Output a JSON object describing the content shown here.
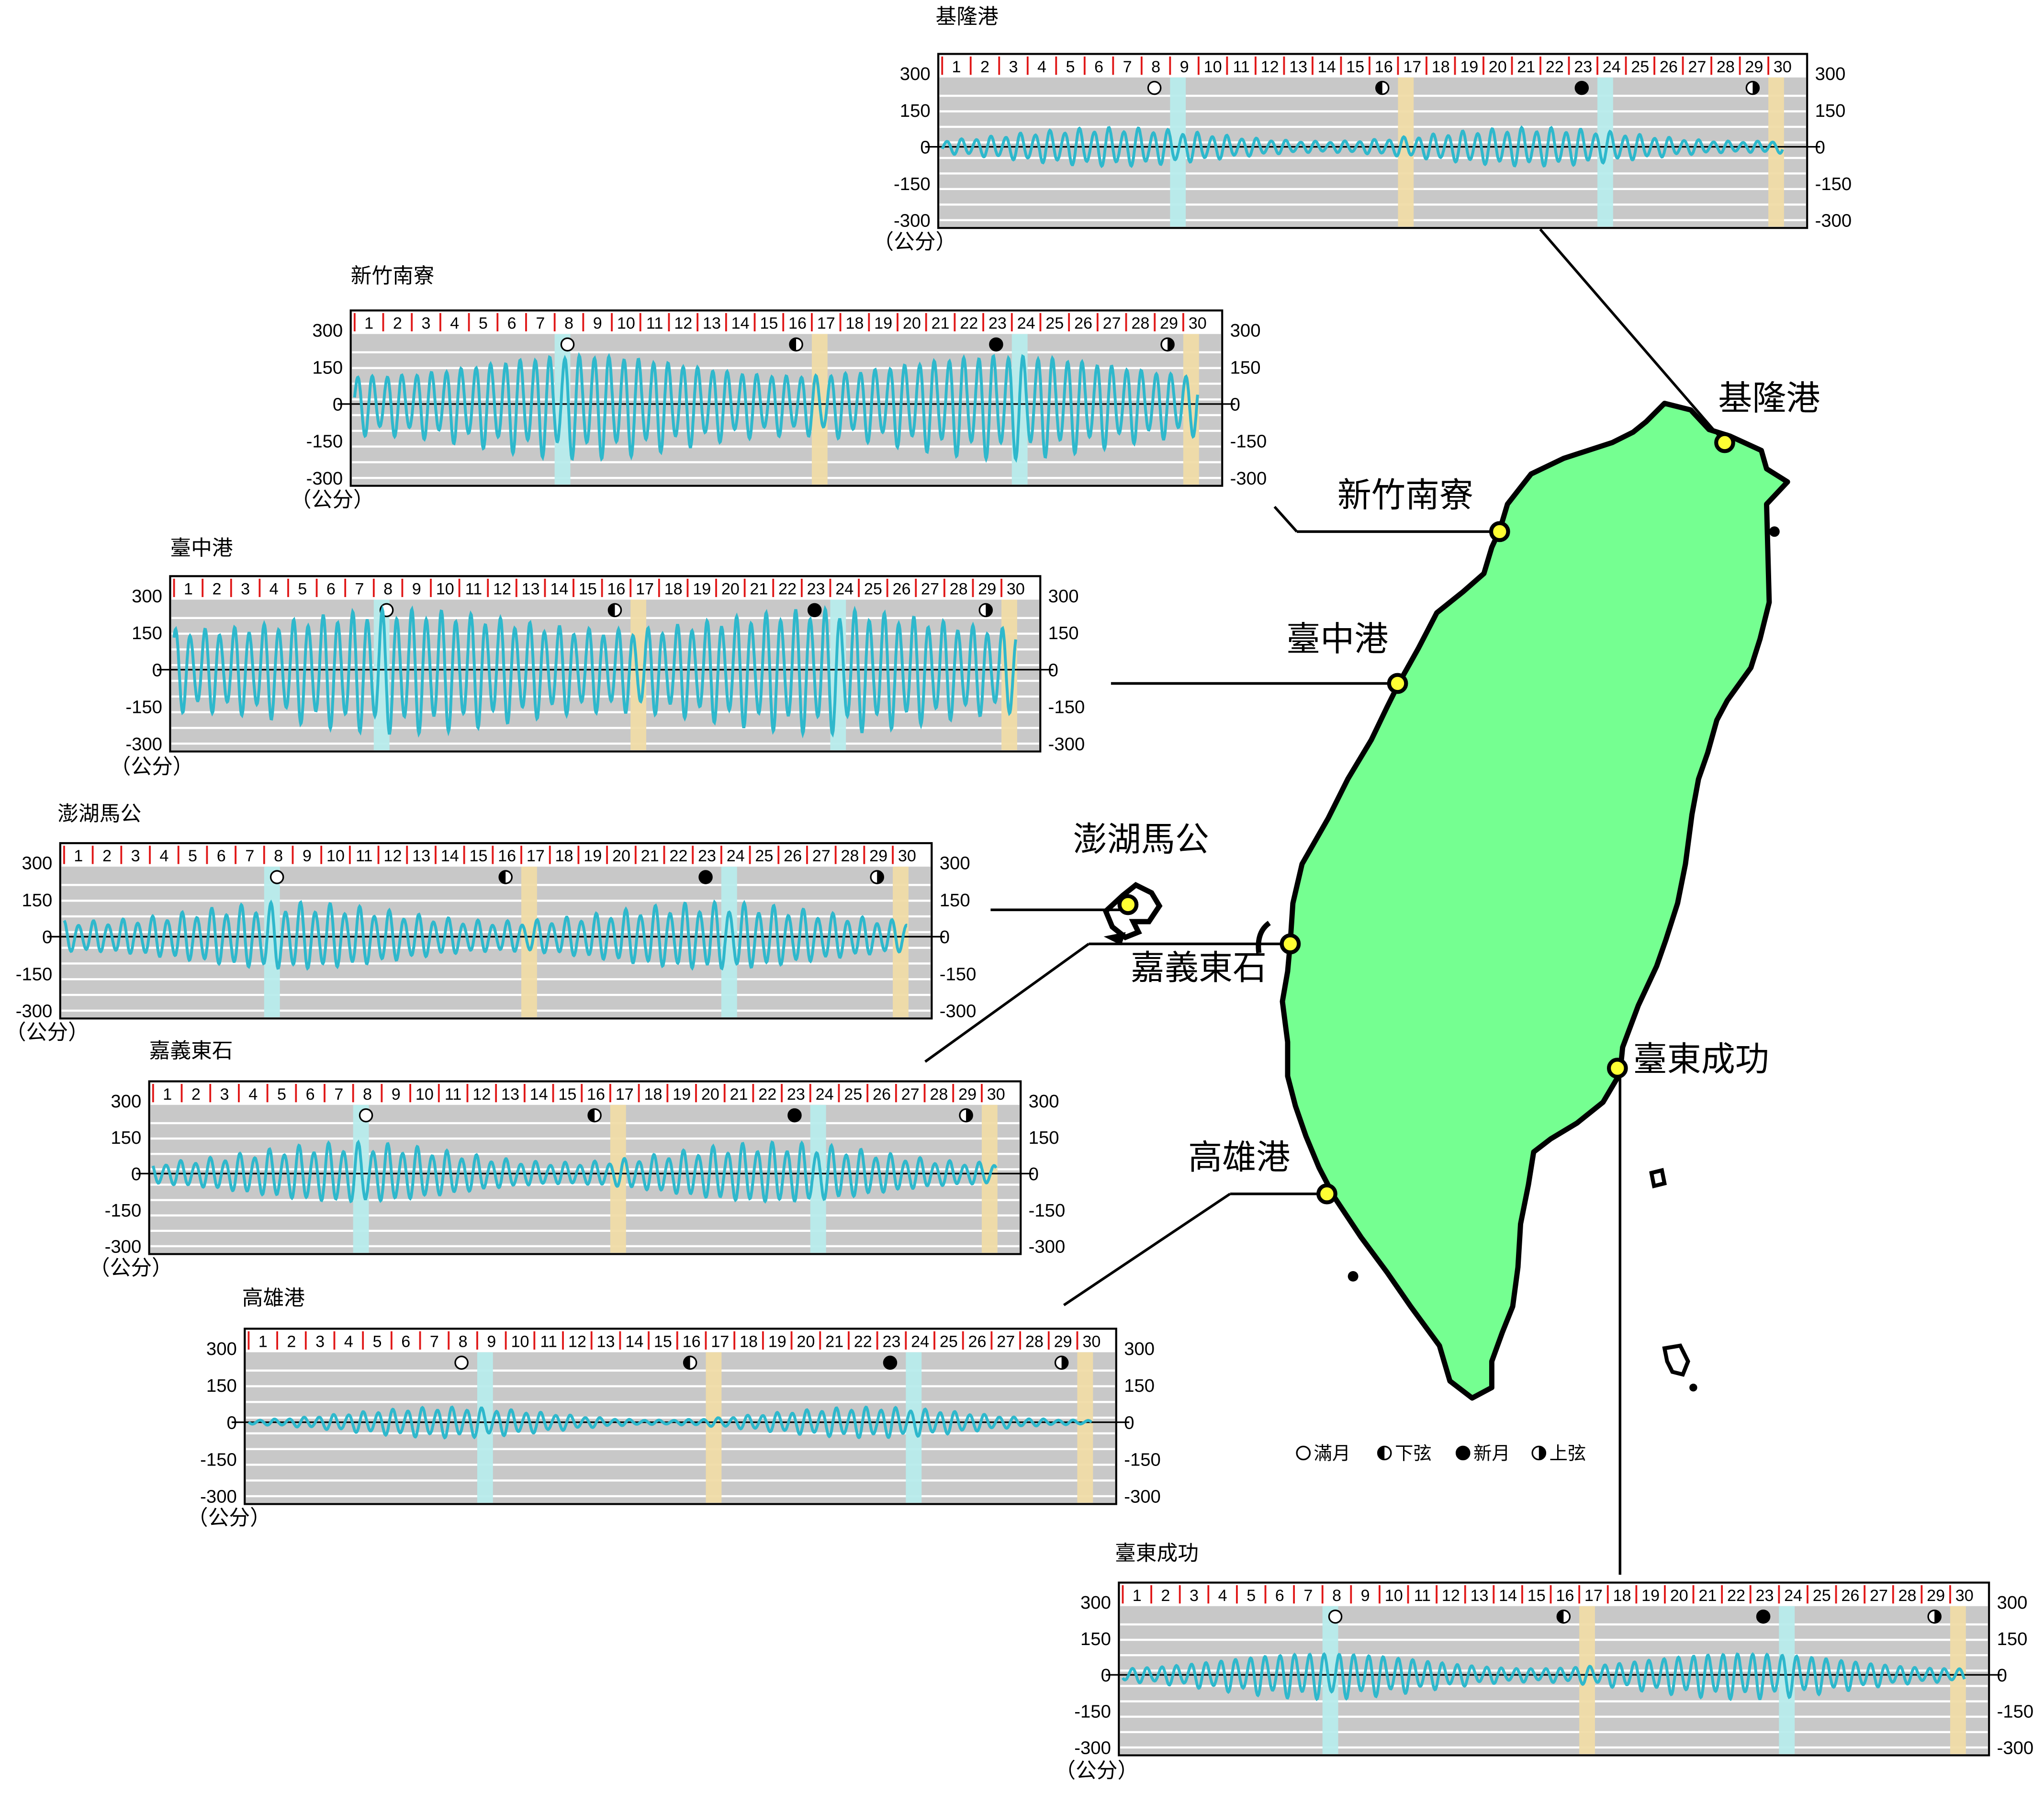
{
  "days": [
    "1",
    "2",
    "3",
    "4",
    "5",
    "6",
    "7",
    "8",
    "9",
    "10",
    "11",
    "12",
    "13",
    "14",
    "15",
    "16",
    "17",
    "18",
    "19",
    "20",
    "21",
    "22",
    "23",
    "24",
    "25",
    "26",
    "27",
    "28",
    "29",
    "30"
  ],
  "yticks": [
    "300",
    "150",
    "0",
    "-150",
    "-300"
  ],
  "unit": "（公分）",
  "colors": {
    "panel_bg": "#c8c8c8",
    "grid": "#ffffff",
    "wave": "#2eb8cc",
    "full_moon_band": "#b8ecec",
    "quarter_band": "#f0dca8",
    "land": "#75ff91",
    "marker": "#ffff33",
    "day_tick": "#e01818"
  },
  "legend": [
    {
      "icon": "full-moon",
      "label": "滿月"
    },
    {
      "icon": "last-quarter",
      "label": "下弦"
    },
    {
      "icon": "new-moon",
      "label": "新月"
    },
    {
      "icon": "first-quarter",
      "label": "上弦"
    }
  ],
  "chart_data": [
    {
      "type": "line",
      "title": "基隆港",
      "map_label": "基隆港",
      "ylim": [
        -300,
        300
      ],
      "xlim": [
        1,
        31
      ],
      "amplitude_range": [
        20,
        70
      ],
      "peak_days": [
        7,
        23
      ],
      "bands_blue": [
        9,
        24
      ],
      "bands_tan": [
        17,
        30
      ],
      "moon_phases": {
        "full": 8,
        "last_quarter": 16,
        "new": 23,
        "first_quarter": 29
      }
    },
    {
      "type": "line",
      "title": "新竹南寮",
      "map_label": "新竹南寮",
      "ylim": [
        -300,
        300
      ],
      "xlim": [
        1,
        31
      ],
      "amplitude_range": [
        110,
        190
      ],
      "peak_days": [
        9,
        24
      ],
      "bands_blue": [
        8,
        24
      ],
      "bands_tan": [
        17,
        30
      ],
      "moon_phases": {
        "full": 8,
        "last_quarter": 16,
        "new": 23,
        "first_quarter": 29
      }
    },
    {
      "type": "line",
      "title": "臺中港",
      "map_label": "臺中港",
      "ylim": [
        -300,
        300
      ],
      "xlim": [
        1,
        31
      ],
      "amplitude_range": [
        150,
        225
      ],
      "peak_days": [
        9,
        24
      ],
      "bands_blue": [
        8,
        24
      ],
      "bands_tan": [
        17,
        30
      ],
      "moon_phases": {
        "full": 8,
        "last_quarter": 16,
        "new": 23,
        "first_quarter": 29
      }
    },
    {
      "type": "line",
      "title": "澎湖馬公",
      "map_label": "澎湖馬公",
      "ylim": [
        -300,
        300
      ],
      "xlim": [
        1,
        31
      ],
      "amplitude_range": [
        55,
        120
      ],
      "peak_days": [
        9,
        25
      ],
      "bands_blue": [
        8,
        24
      ],
      "bands_tan": [
        17,
        30
      ],
      "moon_phases": {
        "full": 8,
        "last_quarter": 16,
        "new": 23,
        "first_quarter": 29
      }
    },
    {
      "type": "line",
      "title": "嘉義東石",
      "map_label": "嘉義東石",
      "ylim": [
        -300,
        300
      ],
      "xlim": [
        1,
        31
      ],
      "amplitude_range": [
        40,
        110
      ],
      "peak_days": [
        8,
        24
      ],
      "bands_blue": [
        8,
        24
      ],
      "bands_tan": [
        17,
        30
      ],
      "moon_phases": {
        "full": 8,
        "last_quarter": 16,
        "new": 23,
        "first_quarter": 29
      }
    },
    {
      "type": "line",
      "title": "高雄港",
      "map_label": "高雄港",
      "ylim": [
        -300,
        300
      ],
      "xlim": [
        1,
        31
      ],
      "amplitude_range": [
        8,
        55
      ],
      "peak_days": [
        8,
        24
      ],
      "bands_blue": [
        9,
        24
      ],
      "bands_tan": [
        17,
        30
      ],
      "moon_phases": {
        "full": 8,
        "last_quarter": 16,
        "new": 23,
        "first_quarter": 29
      }
    },
    {
      "type": "line",
      "title": "臺東成功",
      "map_label": "臺東成功",
      "ylim": [
        -300,
        300
      ],
      "xlim": [
        1,
        31
      ],
      "amplitude_range": [
        25,
        85
      ],
      "peak_days": [
        8,
        24
      ],
      "bands_blue": [
        8,
        24
      ],
      "bands_tan": [
        17,
        30
      ],
      "moon_phases": {
        "full": 8,
        "last_quarter": 16,
        "new": 23,
        "first_quarter": 29
      }
    }
  ]
}
